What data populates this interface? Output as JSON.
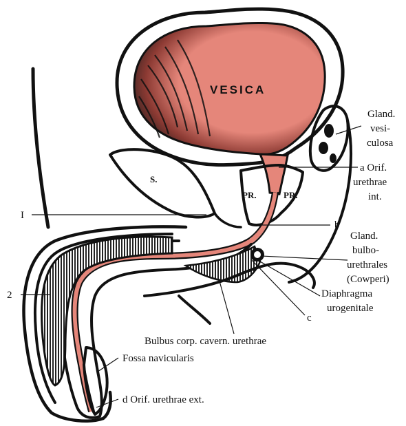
{
  "labels": {
    "vesica": "VESICA",
    "s": "S.",
    "pr_left": "PR.",
    "pr_right": "PR.",
    "one": "I",
    "two": "2",
    "gland_vesiculosa": [
      "Gland.",
      "vesi-",
      "culosa"
    ],
    "orif_int": [
      "a  Orif.",
      "urethrae",
      "int."
    ],
    "b": "b",
    "gland_bulbo": [
      "Gland.",
      "bulbo-",
      "urethrales",
      "(Cowperi)"
    ],
    "diaphragma": [
      "Diaphragma",
      "urogenitale"
    ],
    "c": "c",
    "bulbus": "Bulbus corp. cavern. urethrae",
    "fossa": "Fossa navicularis",
    "orif_ext": "d  Orif. urethrae ext."
  },
  "colors": {
    "tissue_red": "#e5867a",
    "tissue_dark": "#1a1a1a",
    "ink": "#111111",
    "background": "#ffffff"
  }
}
